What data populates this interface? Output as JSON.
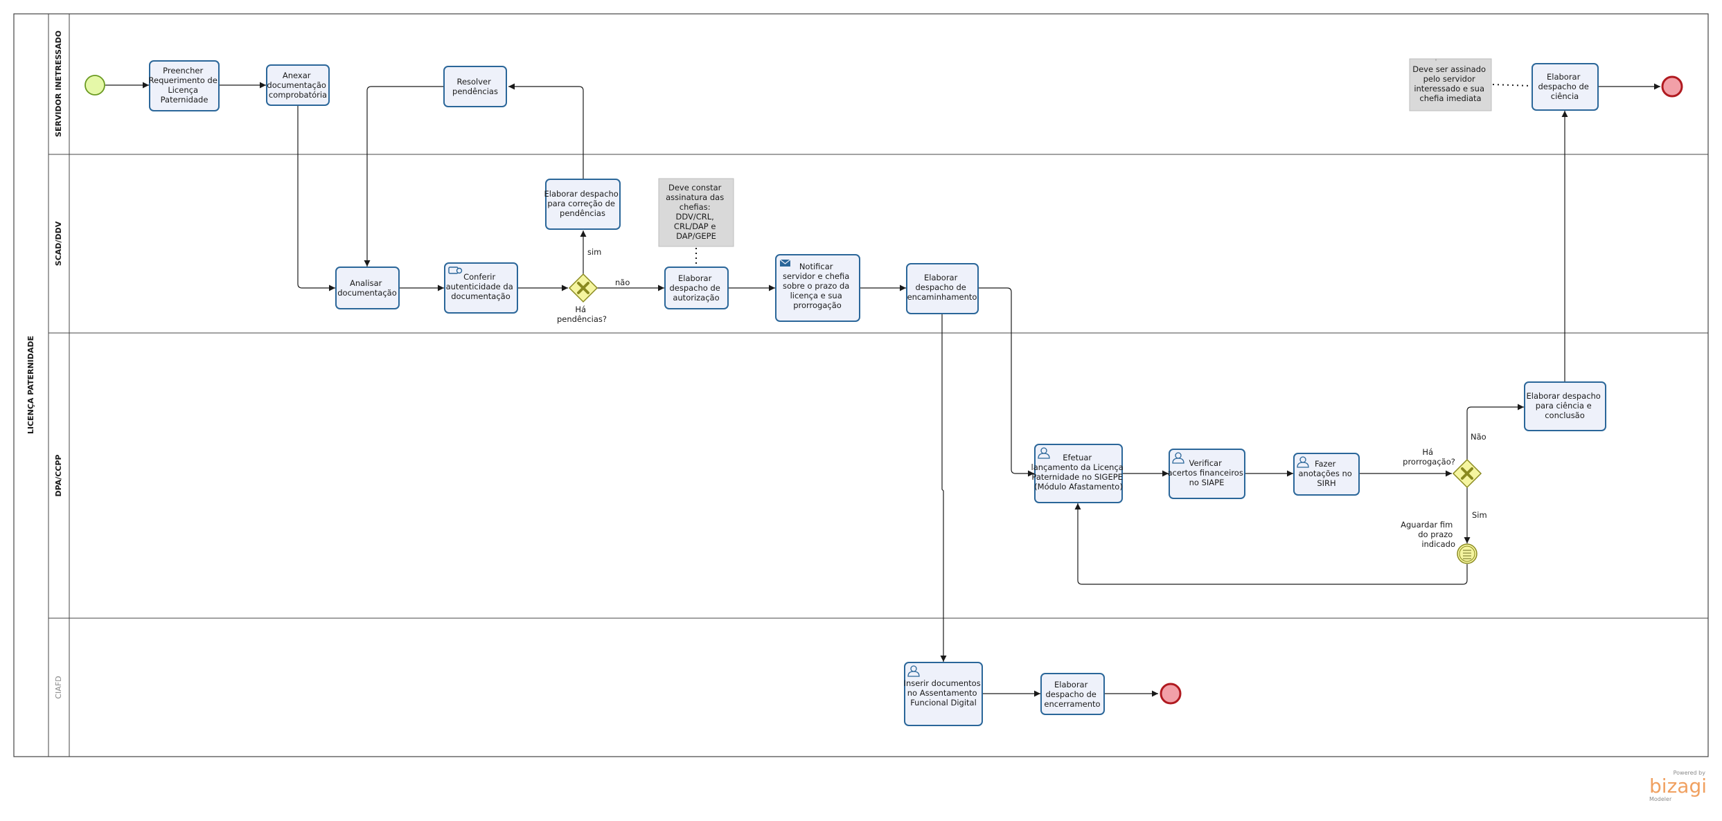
{
  "pool": {
    "title": "LICENÇA PATERNIDADE"
  },
  "lanes": [
    {
      "id": "servidor",
      "label": "SERVIDOR INETRESSADO"
    },
    {
      "id": "scad",
      "label": "SCAD/DDV"
    },
    {
      "id": "dpa",
      "label": "DPA/CCPP"
    },
    {
      "id": "ciafd",
      "label": "CIAFD"
    }
  ],
  "tasks": {
    "preencher": [
      "Preencher",
      "Requerimento de",
      "Licença",
      "Paternidade"
    ],
    "anexar": [
      "Anexar",
      "documentação",
      "comprobatória"
    ],
    "resolver": [
      "Resolver",
      "pendências"
    ],
    "elab_correcao": [
      "Elaborar despacho",
      "para correção de",
      "pendências"
    ],
    "analisar": [
      "Analisar",
      "documentação"
    ],
    "conferir": [
      "Conferir",
      "autenticidade da",
      "documentação"
    ],
    "elab_autorizacao": [
      "Elaborar",
      "despacho de",
      "autorização"
    ],
    "notificar": [
      "Notificar",
      "servidor e chefia",
      "sobre o prazo da",
      "licença e sua",
      "prorrogação"
    ],
    "elab_encaminhamento": [
      "Elaborar",
      "despacho de",
      "encaminhamento"
    ],
    "efetuar": [
      "Efetuar",
      "lançamento da Licença",
      "Paternidade no SIGEPE",
      "(Módulo Afastamento)"
    ],
    "verificar": [
      "Verificar",
      "acertos financeiros",
      "no SIAPE"
    ],
    "fazer": [
      "Fazer",
      "anotações no",
      "SIRH"
    ],
    "elab_ciencia_conclusao": [
      "Elaborar despacho",
      "para ciência e",
      "conclusão"
    ],
    "elab_ciencia": [
      "Elaborar",
      "despacho de",
      "ciência"
    ],
    "inserir": [
      "Inserir documentos",
      "no Assentamento",
      "Funcional Digital"
    ],
    "elab_encerramento": [
      "Elaborar",
      "despacho de",
      "encerramento"
    ]
  },
  "annotations": {
    "assinatura_chefias": [
      "Deve constar",
      "assinatura  das",
      "chefias:",
      "DDV/CRL,",
      "CRL/DAP e",
      "DAP/GEPE"
    ],
    "assinado_servidor": [
      "Deve ser assinado",
      "pelo servidor",
      "interessado e sua",
      "chefia imediata"
    ]
  },
  "gateways": {
    "pendencias": [
      "Há",
      "pendências?"
    ],
    "prorrogacao": [
      "Há",
      "prorrogação?"
    ]
  },
  "events": {
    "aguardar": [
      "Aguardar fim",
      "do prazo",
      "indicado"
    ]
  },
  "flow_labels": {
    "sim_lower": "sim",
    "nao_lower": "não",
    "nao_upper": "Não",
    "sim_upper": "Sim"
  },
  "logo": {
    "powered": "Powered by",
    "brand": "bizagi",
    "product": "Modeler"
  },
  "colors": {
    "task_fill": "#eef1fa",
    "task_stroke": "#2a6699",
    "gateway_fill": "#f5f5a0",
    "gateway_stroke": "#8a8a20",
    "start_fill": "#e5f8a8",
    "start_stroke": "#6a9a20",
    "end_fill": "#f2a0a8",
    "end_stroke": "#b01a20",
    "annotation_fill": "#d9d9d9",
    "logo": "#f0a060"
  }
}
